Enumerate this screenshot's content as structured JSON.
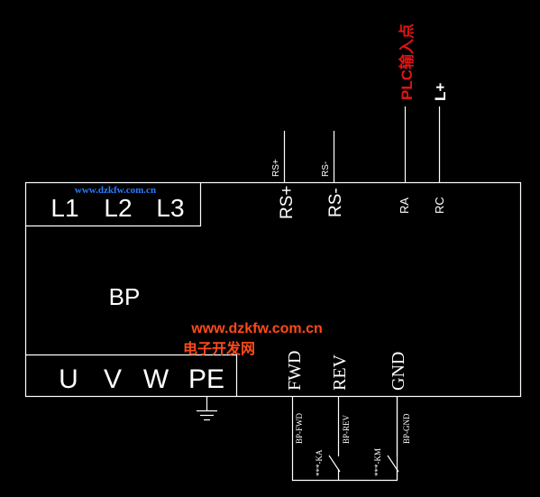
{
  "colors": {
    "background": "#000000",
    "line": "#ffffff",
    "plc_label": "#e01414",
    "watermark": "#ff4a1a",
    "watermark_small": "#2a7bff"
  },
  "inputs": {
    "l1": "L1",
    "l2": "L2",
    "l3": "L3"
  },
  "outputs": {
    "u": "U",
    "v": "V",
    "w": "W",
    "pe": "PE"
  },
  "device_label": "BP",
  "comm": {
    "rs_plus": "RS+",
    "rs_minus": "RS-",
    "wire_rs_plus": "RS+",
    "wire_rs_minus": "RS-"
  },
  "relay": {
    "ra": "RA",
    "rc": "RC",
    "plc_input": "PLC输入点",
    "l_plus": "L+"
  },
  "control": {
    "fwd": "FWD",
    "rev": "REV",
    "gnd": "GND",
    "wire_fwd": "BP-FWD",
    "wire_rev": "BP-REV",
    "wire_gnd": "BP-GND",
    "contact_ka": "***-KA",
    "contact_km": "***-KM"
  },
  "watermark": {
    "url": "www.dzkfw.com.cn",
    "name": "电子开发网",
    "small_url": "www.dzkfw.com.cn"
  }
}
